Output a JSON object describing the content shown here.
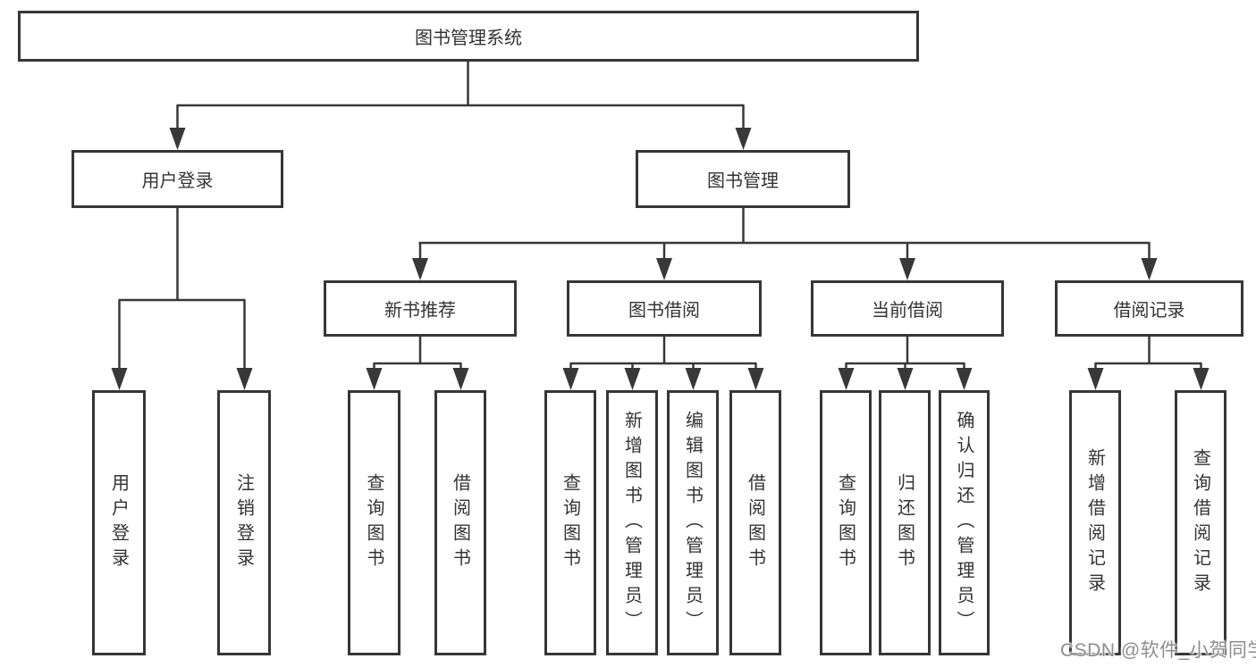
{
  "diagram": {
    "title": "图书管理系统",
    "branches": [
      {
        "label": "用户登录",
        "children": [
          "用户登录",
          "注销登录"
        ]
      },
      {
        "label": "图书管理",
        "sections": [
          {
            "label": "新书推荐",
            "children": [
              "查询图书",
              "借阅图书"
            ]
          },
          {
            "label": "图书借阅",
            "children": [
              "查询图书",
              "新增图书（管理员）",
              "编辑图书（管理员）",
              "借阅图书"
            ]
          },
          {
            "label": "当前借阅",
            "children": [
              "查询图书",
              "归还图书",
              "确认归还（管理员）"
            ]
          },
          {
            "label": "借阅记录",
            "children": [
              "新增借阅记录",
              "查询借阅记录"
            ]
          }
        ]
      }
    ]
  },
  "colors": {
    "line": "#383838",
    "node_border": "#363636",
    "text": "#333333",
    "watermark": "#8d8d8d"
  },
  "watermark": {
    "text": "CSDN @软件_小贺同学"
  }
}
